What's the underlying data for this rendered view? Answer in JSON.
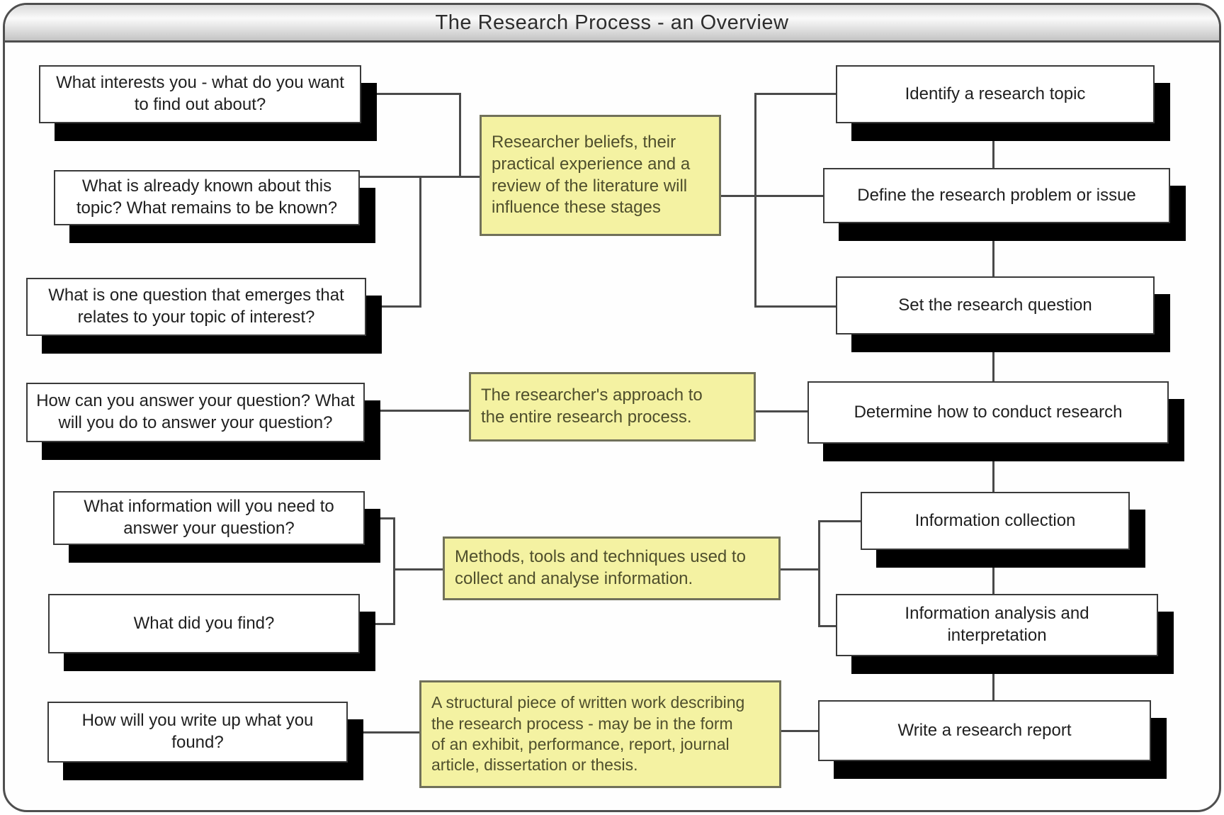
{
  "title": "The Research Process - an Overview",
  "left_questions": [
    "What interests you - what do you want\nto find out about?",
    "What is already known about this\ntopic?  What remains to be known?",
    "What is one question that emerges that\nrelates to your topic of interest?",
    "How can you answer your question?  What\nwill you do to answer your question?",
    "What information will you need to\nanswer your question?",
    "What did you find?",
    "How will you write up what you\nfound?"
  ],
  "annotations": [
    "Researcher beliefs, their\npractical experience and a\nreview of the literature will\ninfluence these stages",
    "The researcher's approach to\nthe entire research process.",
    "Methods, tools and techniques used to\ncollect and analyse information.",
    "A structural piece of written work describing\nthe research process - may be in the form\nof an exhibit, performance, report, journal\narticle, dissertation or thesis."
  ],
  "right_stages": [
    "Identify a research topic",
    "Define the research problem or issue",
    "Set the research question",
    "Determine how to conduct research",
    "Information collection",
    "Information analysis and\ninterpretation",
    "Write a research report"
  ],
  "colors": {
    "annotation_fill": "#f4f2a2",
    "annotation_border": "#71715a",
    "box_shadow": "#000000",
    "connector": "#4a4a4a"
  }
}
